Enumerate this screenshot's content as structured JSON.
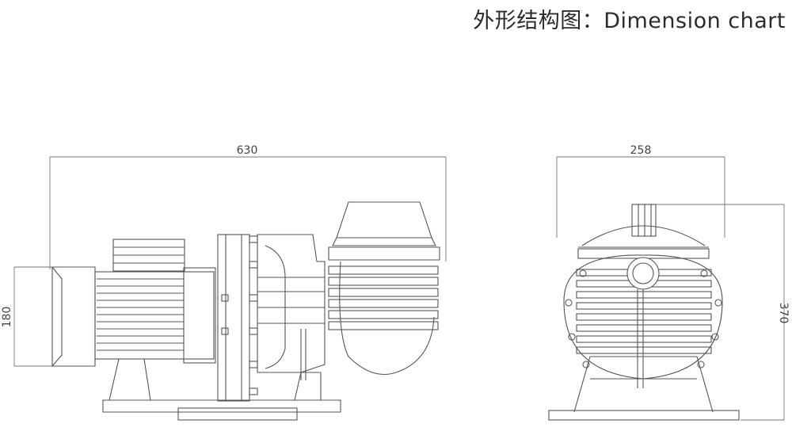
{
  "header": {
    "title": "外形结构图：Dimension chart"
  },
  "dimensions": {
    "side_length": "630",
    "side_height": "180",
    "front_width": "258",
    "front_height": "370"
  }
}
